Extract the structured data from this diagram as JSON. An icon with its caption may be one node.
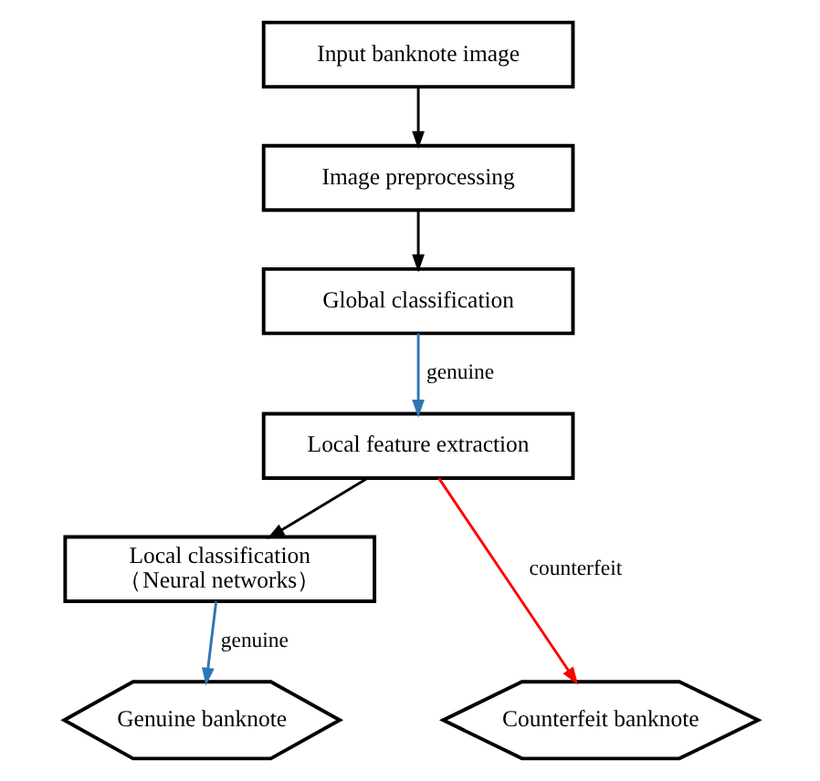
{
  "diagram": {
    "nodes": [
      {
        "text": [
          "Input banknote image"
        ]
      },
      {
        "text": [
          "Image preprocessing"
        ]
      },
      {
        "text": [
          "Global classification"
        ]
      },
      {
        "text": [
          "Local feature extraction"
        ]
      },
      {
        "text": [
          "Local classification",
          "（Neural networks）"
        ]
      },
      {
        "text": [
          "Genuine banknote"
        ]
      },
      {
        "text": [
          "Counterfeit banknote"
        ]
      }
    ],
    "edges": [
      {
        "from": 0,
        "to": 1,
        "arrow": "to"
      },
      {
        "from": 1,
        "to": 2,
        "arrow": "to"
      },
      {
        "from": 2,
        "to": 3,
        "arrow": "to",
        "label": "genuine",
        "color": "#2e75b6"
      },
      {
        "from": 3,
        "to": 4,
        "arrow": "to"
      },
      {
        "from": 4,
        "to": 5,
        "arrow": "to",
        "label": "genuine",
        "color": "#2e75b6"
      },
      {
        "from": 3,
        "to": 6,
        "arrow": "to",
        "label": "counterfeit",
        "color": "#ff0000"
      }
    ]
  }
}
